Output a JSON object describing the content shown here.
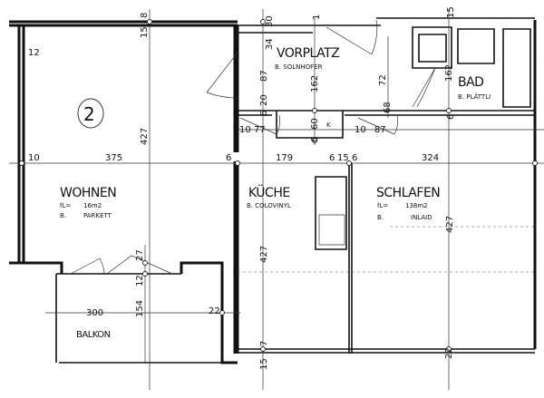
{
  "plan": {
    "unit_number": "2",
    "rooms": {
      "wohnen": {
        "name": "WOHNEN",
        "area_label": "fL=",
        "area": "16m2",
        "floor_label": "B.",
        "floor": "PARKETT"
      },
      "kueche": {
        "name": "KÜCHE",
        "floor": "B. COLOVINYL"
      },
      "schlafen": {
        "name": "SCHLAFEN",
        "area_label": "fL=",
        "area": "138m2",
        "floor_label": "B.",
        "floor": "INLAID"
      },
      "vorplatz": {
        "name": "VORPLATZ",
        "floor": "B. SOLNHOFER"
      },
      "bad": {
        "name": "BAD",
        "floor": "B. PLÄTTLI"
      },
      "balkon": {
        "name": "BALKON"
      },
      "kamin": {
        "name": "K"
      }
    },
    "dimensions": {
      "d8": "8",
      "d15a": "15",
      "d12a": "12",
      "d427a": "427",
      "d10a": "10",
      "d375": "375",
      "d6a": "6",
      "d30": "30",
      "d34": "34",
      "d1": "1",
      "d15b": "15",
      "d87a": "87",
      "d162a": "162",
      "d72": "72",
      "d162b": "162",
      "d20": "20",
      "d6b": "6",
      "d77": "77",
      "d10b": "10",
      "d60": "60",
      "d6c": "6",
      "d10c": "10",
      "d87b": "87",
      "d68": "68",
      "d6d": "6",
      "d179": "179",
      "d6e": "6",
      "d15c": "15",
      "d6f": "6",
      "d324": "324",
      "d427b": "427",
      "d427c": "427",
      "d27": "27",
      "d12b": "12",
      "d300": "300",
      "d154": "154",
      "d22a": "22",
      "d7": "7",
      "d15d": "15",
      "d22b": "22"
    }
  }
}
